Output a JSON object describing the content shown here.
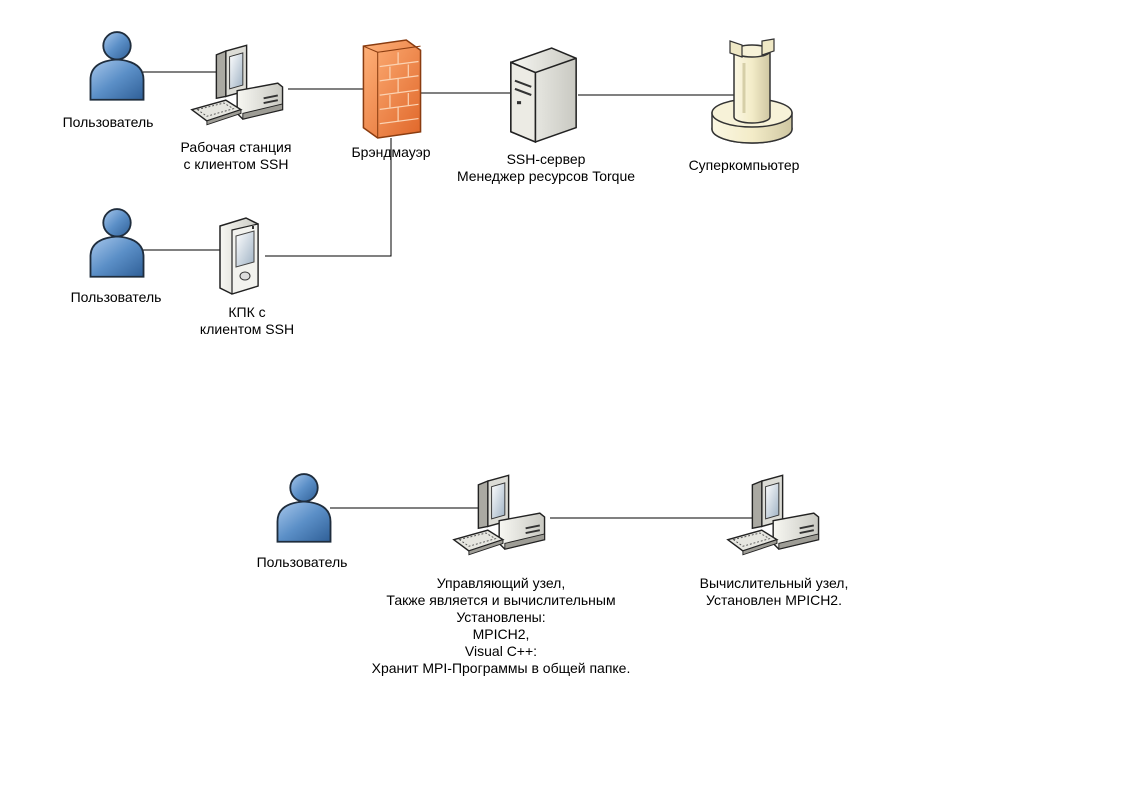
{
  "top_network": {
    "user_1": "Пользователь",
    "user_2": "Пользователь",
    "workstation": [
      "Рабочая станция",
      "с клиентом SSH"
    ],
    "pda": [
      "КПК с",
      "клиентом SSH"
    ],
    "firewall": "Брэндмауэр",
    "ssh_server": [
      "SSH-сервер",
      "Менеджер ресурсов Torque"
    ],
    "supercomputer": "Суперкомпьютер"
  },
  "bottom_network": {
    "user": "Пользователь",
    "control_node": [
      "Управляющий узел,",
      "Также является и вычислительным",
      "Установлены:",
      "MPICH2,",
      "Visual C++:",
      "Хранит MPI-Программы в общей папке."
    ],
    "compute_node": [
      "Вычислительный узел,",
      "Установлен MPICH2."
    ]
  },
  "colors": {
    "user_fill": "#5b8fc7",
    "user_stroke": "#1f2d3d",
    "firewall_fill": "#f08a4b",
    "device_fill": "#e8e8e8",
    "connector": "#000000"
  }
}
